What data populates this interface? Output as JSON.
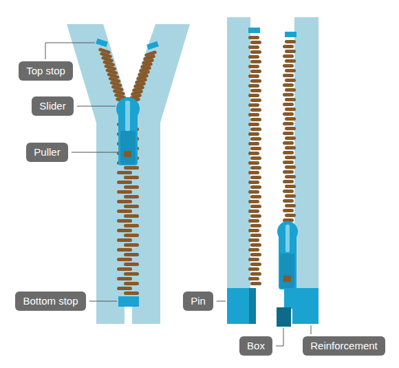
{
  "diagram": {
    "nodes": [
      {
        "text": [
          "Top stop"
        ]
      },
      {
        "text": [
          "Slider"
        ]
      },
      {
        "text": [
          "Puller"
        ]
      },
      {
        "text": [
          "Bottom stop"
        ]
      },
      {
        "text": [
          "Pin"
        ]
      },
      {
        "text": [
          "Box"
        ]
      },
      {
        "text": [
          "Reinforcement"
        ]
      }
    ]
  }
}
